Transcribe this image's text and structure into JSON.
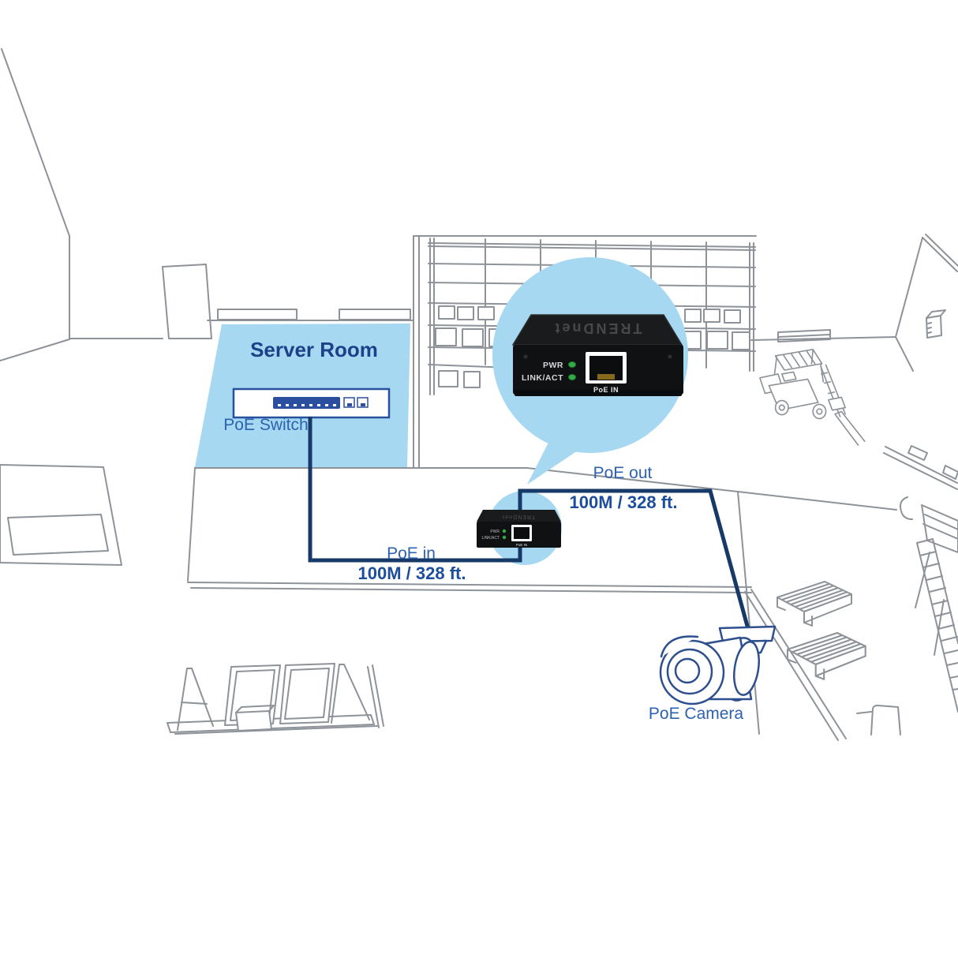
{
  "server_room": {
    "label": "Server Room",
    "switch_label": "PoE Switch"
  },
  "run_in": {
    "label": "PoE in",
    "distance": "100M / 328 ft."
  },
  "run_out": {
    "label": "PoE out",
    "distance": "100M / 328 ft."
  },
  "camera": {
    "label": "PoE Camera"
  },
  "extender": {
    "brand": "TRENDnet",
    "led_power": "PWR",
    "led_link": "LINK/ACT",
    "port": "PoE IN"
  },
  "colors": {
    "highlight_blue": "#a6d9f1",
    "heading_navy": "#1d4189",
    "label_blue": "#2d62b0",
    "distance_navy": "#1c4e9d",
    "cable_navy": "#173967",
    "line_gray": "#8d9399",
    "camera_blue": "#2e4f8e",
    "led_green": "#2fae44",
    "device_black": "#101113",
    "switch_border_blue": "#26519f"
  }
}
